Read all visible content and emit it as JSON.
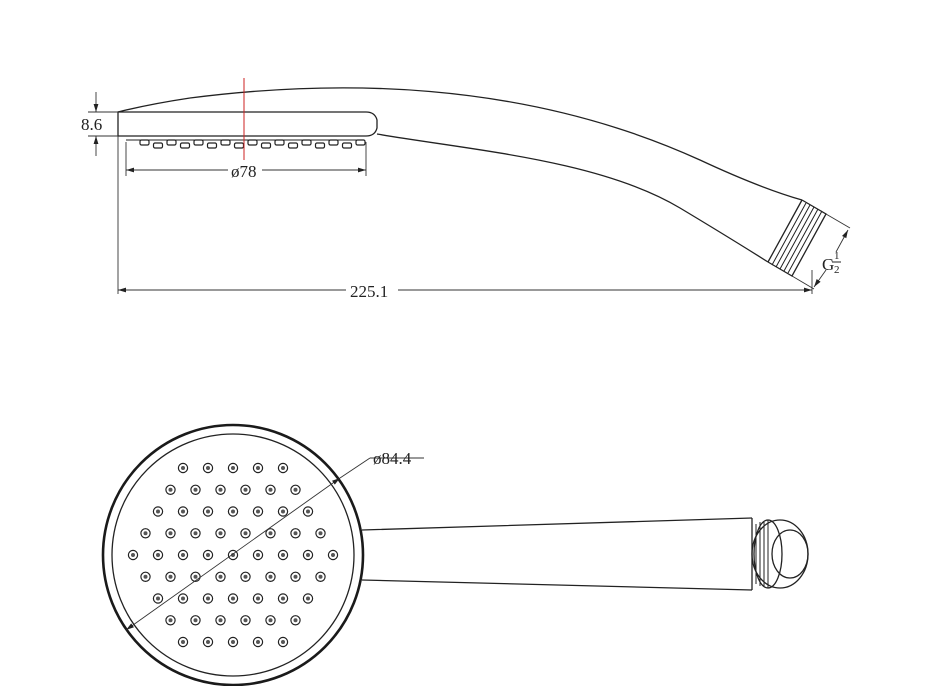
{
  "drawing": {
    "side_view": {
      "height_dim": "8.6",
      "face_diameter_dim": "ø78",
      "overall_length_dim": "225.1",
      "thread_dim": {
        "prefix": "G",
        "numerator": "1",
        "denominator": "2"
      }
    },
    "front_view": {
      "head_diameter_dim": "ø84.4"
    },
    "colors": {
      "line": "#222222",
      "centerline": "#cc2222",
      "background": "#ffffff"
    }
  }
}
